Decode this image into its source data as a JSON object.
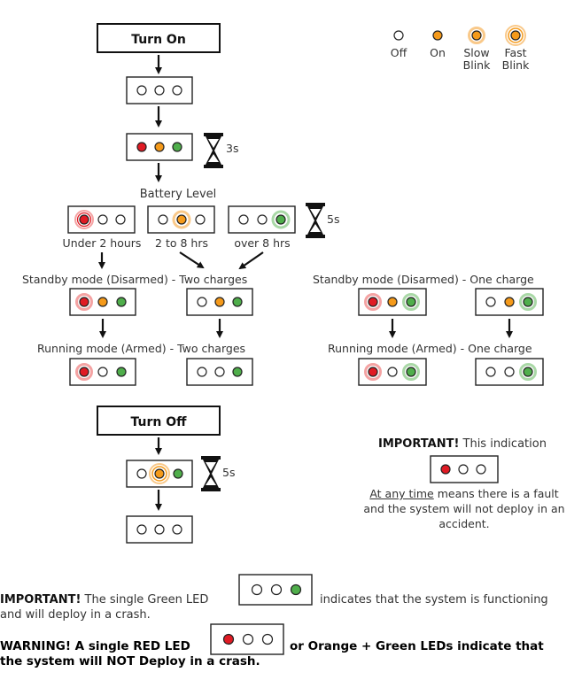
{
  "legend": {
    "off": "Off",
    "on": "On",
    "slow_1": "Slow",
    "slow_2": "Blink",
    "fast_1": "Fast",
    "fast_2": "Blink"
  },
  "turn_on": "Turn On",
  "timer_3s": "3s",
  "battery_level": "Battery Level",
  "under_2h": "Under 2 hours",
  "h2_to_8": "2 to 8 hrs",
  "over_8h": "over 8 hrs",
  "timer_5s": "5s",
  "standby_two": "Standby mode (Disarmed) - Two charges",
  "running_two": "Running mode (Armed) - Two charges",
  "standby_one": "Standby mode (Disarmed) - One charge",
  "running_one": "Running mode (Armed) - One charge",
  "turn_off": "Turn Off",
  "timer_5s_off": "5s",
  "important_box": {
    "title": "IMPORTANT!",
    "rest": " This indication",
    "at_any_time": "At any time",
    "desc": " means there is a fault and the system will not deploy in an accident."
  },
  "important_para": {
    "bold": "IMPORTANT!",
    "part1": "  The single Green LED",
    "part2": "indicates that the system is functioning",
    "line2": "and will deploy in a crash."
  },
  "warning_para": {
    "part1": "WARNING!  A single RED LED",
    "part2": "or Orange + Green LEDs indicate that",
    "line2": "the system will NOT Deploy in a crash."
  },
  "colors": {
    "red": "#e01b24",
    "orange": "#f59a1a",
    "green": "#4fae4b",
    "red_light": "#f4a3a3",
    "orange_light": "#f9c98a",
    "green_light": "#a9d8a6",
    "outline": "#222222"
  },
  "icons": {
    "hourglass": "hourglass-icon",
    "arrow": "arrow-down-icon"
  }
}
